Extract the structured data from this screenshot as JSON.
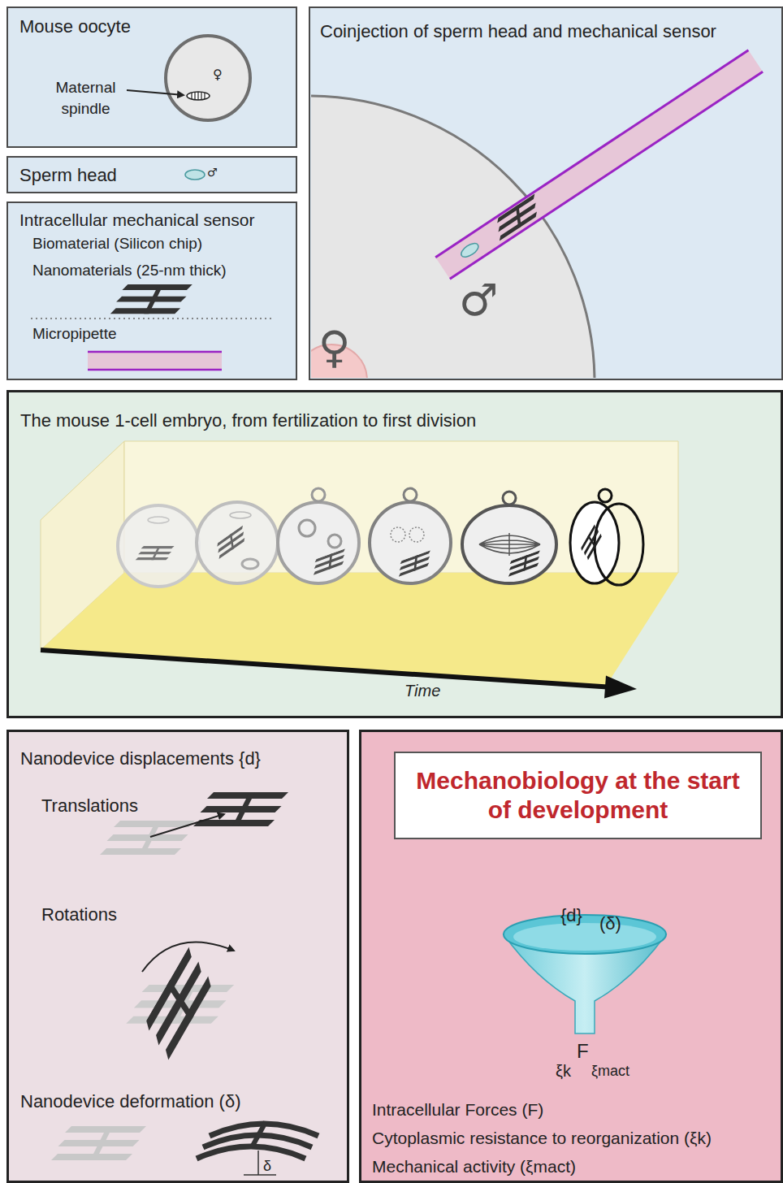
{
  "diagram": {
    "nodes": [
      {
        "text": [
          "Mouse oocyte"
        ]
      },
      {
        "text": [
          "Sperm head"
        ]
      },
      {
        "text": [
          "Intracellular mechanical sensor",
          "Biomaterial (Silicon chip)",
          "Nanomaterials (25-nm thick)",
          "Micropipette"
        ]
      },
      {
        "text": [
          "Coinjection of sperm head and mechanical sensor"
        ]
      },
      {
        "text": [
          "The mouse 1-cell embryo, from fertilization to first division"
        ]
      },
      {
        "text": [
          "Nanodevice displacements {d}",
          "Translations",
          "Rotations",
          "Nanodevice deformation (δ)"
        ]
      },
      {
        "text": [
          "Intracellular Forces (F)",
          "Cytoplasmic resistance to reorganization (ξk)",
          "Mechanical activity (ξmact)"
        ]
      },
      {
        "text": [
          "Mechanobiology at the start of development"
        ],
        "in": 6
      }
    ],
    "labels": [
      "Maternal spindle",
      "♀",
      "♂",
      "♂",
      "♀",
      "Time",
      "δ",
      "{d}",
      "(δ)",
      "F",
      "ξk",
      "ξmact"
    ]
  }
}
